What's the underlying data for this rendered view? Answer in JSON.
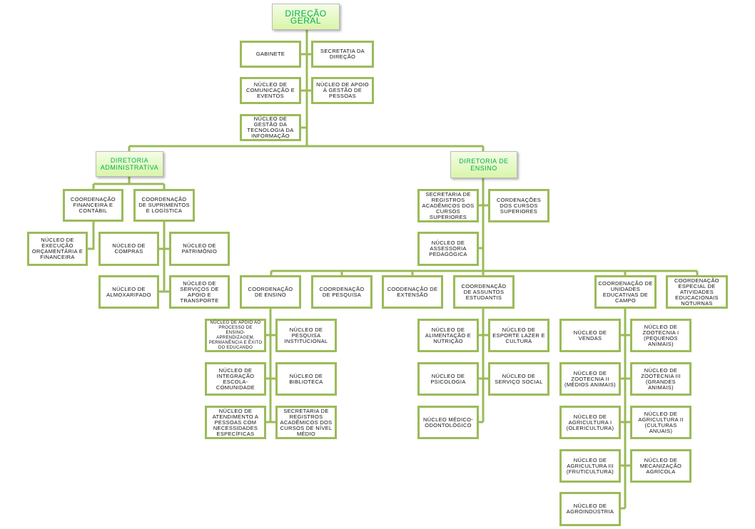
{
  "direcao_geral": "DIREÇÃO GERAL",
  "staff": {
    "gabinete": "GABINETE",
    "secretaria": "SECRETATIA DA DIREÇÃO",
    "comunicacao": "NÚCLEO DE COMUNICAÇÃO E EVENTOS",
    "gestao_pessoas": "NÚCLEO DE APOIO À GESTÃO DE PESSOAS",
    "tecnologia": "NÚCLEO DE GESTÃO DA TECNOLOGIA DA INFORMAÇÃO"
  },
  "adm": {
    "title": "DIRETORIA ADMINISTRATIVA",
    "coord_financeira": "COORDENAÇÃO FINANCEIRA E CONTÁBIL",
    "coord_suprimentos": "COORDENAÇÃO DE SUPRIMENTOS E LOGÍSTICA",
    "execucao": "NÚCLEO DE EXECUÇÃO ORÇAMENTÁRIA E FINANCEIRA",
    "compras": "NÚCLEO DE COMPRAS",
    "patrimonio": "NÚCLEO DE PATRIMÔNIO",
    "almoxarifado": "NÚCLEO DE ALMOXARIFADO",
    "servicos": "NÚCLEO DE SERVIÇOS DE APOIO E TRANSPORTE"
  },
  "ensino": {
    "title": "DIRETORIA DE ENSINO",
    "sec_superiores": "SECRETARIA DE REGISTROS ACADÊMICOS DOS CURSOS SUPERIORES",
    "cord_superiores": "CORDENAÇÕES DOS CURSOS SUPERIORES",
    "assessoria": "NÚCLEO DE ASSESSORIA PEDAGÓGICA",
    "coord_ensino": "COORDENAÇÃO DE ENSINO",
    "coord_pesquisa": "COORDENAÇÃO DE PESQUISA",
    "coord_extensao": "COODENAÇÃO DE EXTENSÃO",
    "coord_assuntos": "COORDENAÇÃO DE ASSUNTOS ESTUDANTIS",
    "coord_unidades": "COORDENAÇÃO DE UNIDADES EDUCATIVAS DE CAMPO",
    "coord_especial": "COORDENAÇÃO ESPECIAL DE ATIVIDADES EDUCACIONAIS NOTURNAS",
    "ensino_nucleos": [
      "NÚCLEO DE APOIO AO PROCESSO DE ENSINO-APRENDIZAGEM, PERMANÊNCIA E ÊXITO DO EDUCANDO",
      "NÚCLEO DE PESQUISA INSTITUCIONAL",
      "NÚCLEO DE INTEGRAÇÃO ESCOLA-COMUNIDADE",
      "NÚCLEO DE BIBLIOTECA",
      "NÚCLEO DE ATENDIMENTO A PESSOAS COM NECESSIDADES ESPECÍFICAS",
      "SECRETARIA DE REGISTROS ACADÊMICOS DOS CURSOS DE NÍVEL MÉDIO"
    ],
    "assuntos_nucleos": [
      "NÚCLEO DE ALIMENTAÇÃO E NUTRIÇÃO",
      "NÚCLEO DE ESPORTE LAZER E CULTURA",
      "NÚCLEO DE PSICOLOGIA",
      "NÚCLEO DE SERVIÇO SOCIAL",
      "NÚCLEO MÉDICO-ODONTOLÓGICO"
    ],
    "unidades_nucleos": [
      "NÚCLEO DE VENDAS",
      "NÚCLEO DE ZOOTECNIA I (PEQUENOS ANIMAIS)",
      "NÚCLEO DE ZOOTECNIA II (MÉDIOS ANIMAIS)",
      "NÚCLEO DE ZOOTECNIA III (GRANDES ANIMAIS)",
      "NÚCLEO DE AGRICULTURA I (OLERICULTURA)",
      "NÚCLEO DE AGRICULTURA II (CULTURAS ANUAIS)",
      "NÚCLEO DE AGRICULTURA III (FRUTICULTURA)",
      "NÚCLEO DE MECANIZAÇÃO AGRÍCOLA",
      "NÚCLEO DE AGROINDÚSTRIA"
    ]
  },
  "colors": {
    "line": "#9bbb59",
    "header_text": "#00b050"
  }
}
